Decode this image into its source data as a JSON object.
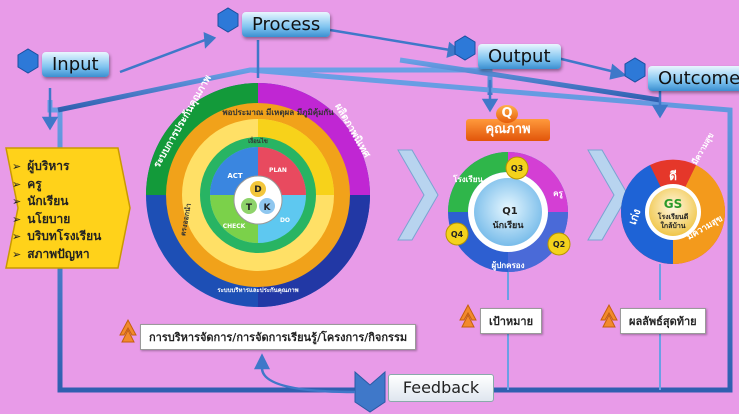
{
  "stages": {
    "input": "Input",
    "process": "Process",
    "output": "Output",
    "outcome": "Outcome"
  },
  "input_items": [
    "ผู้บริหาร",
    "ครู",
    "นักเรียน",
    "นโยบาย",
    "บริบทโรงเรียน",
    "สภาพปัญหา"
  ],
  "process": {
    "caption": "การบริหารจัดการ/การจัดการเรียนรู้/โครงการ/กิจกรรม",
    "outer_ring_left": "ระบบการประกันคุณภาพ",
    "outer_ring_right": "ผลิตภาพนิเทศ",
    "outer_ring_bottom": "ระบบบริหารและประกันคุณภาพ",
    "middle_ring_top": "พอประมาณ มีเหตุผล มีภูมิคุ้มกัน",
    "middle_ring_left": "ตรงออกนำ",
    "inner_top": "เงื่อนไข",
    "core_letters": [
      "D",
      "T",
      "K"
    ],
    "cycle_letters": [
      "ACT",
      "PLAN",
      "DO",
      "CHECK"
    ]
  },
  "output": {
    "q_tag": "Q",
    "title": "คุณภาพ",
    "center_label": "Q1",
    "center_text": "นักเรียน",
    "markers": [
      "Q2",
      "Q3",
      "Q4"
    ],
    "ring_top_left": "โรงเรียน",
    "ring_right": "ครู",
    "ring_bottom": "ผู้ปกครอง",
    "caption": "เป้าหมาย"
  },
  "outcome": {
    "center_title": "GS",
    "center_text_1": "โรงเรียนดี",
    "center_text_2": "ใกล้บ้าน",
    "seg_top": "ดี",
    "seg_left": "เก่ง",
    "seg_right": "มีความสุข",
    "tag_top": "มีความสุข",
    "caption": "ผลลัพธ์สุดท้าย"
  },
  "feedback": "Feedback",
  "colors": {
    "background": "#e89be8",
    "arrow_blue": "#3f78c9",
    "input_box": "#ffd21a",
    "chevron_orange": "#f28a2c"
  }
}
